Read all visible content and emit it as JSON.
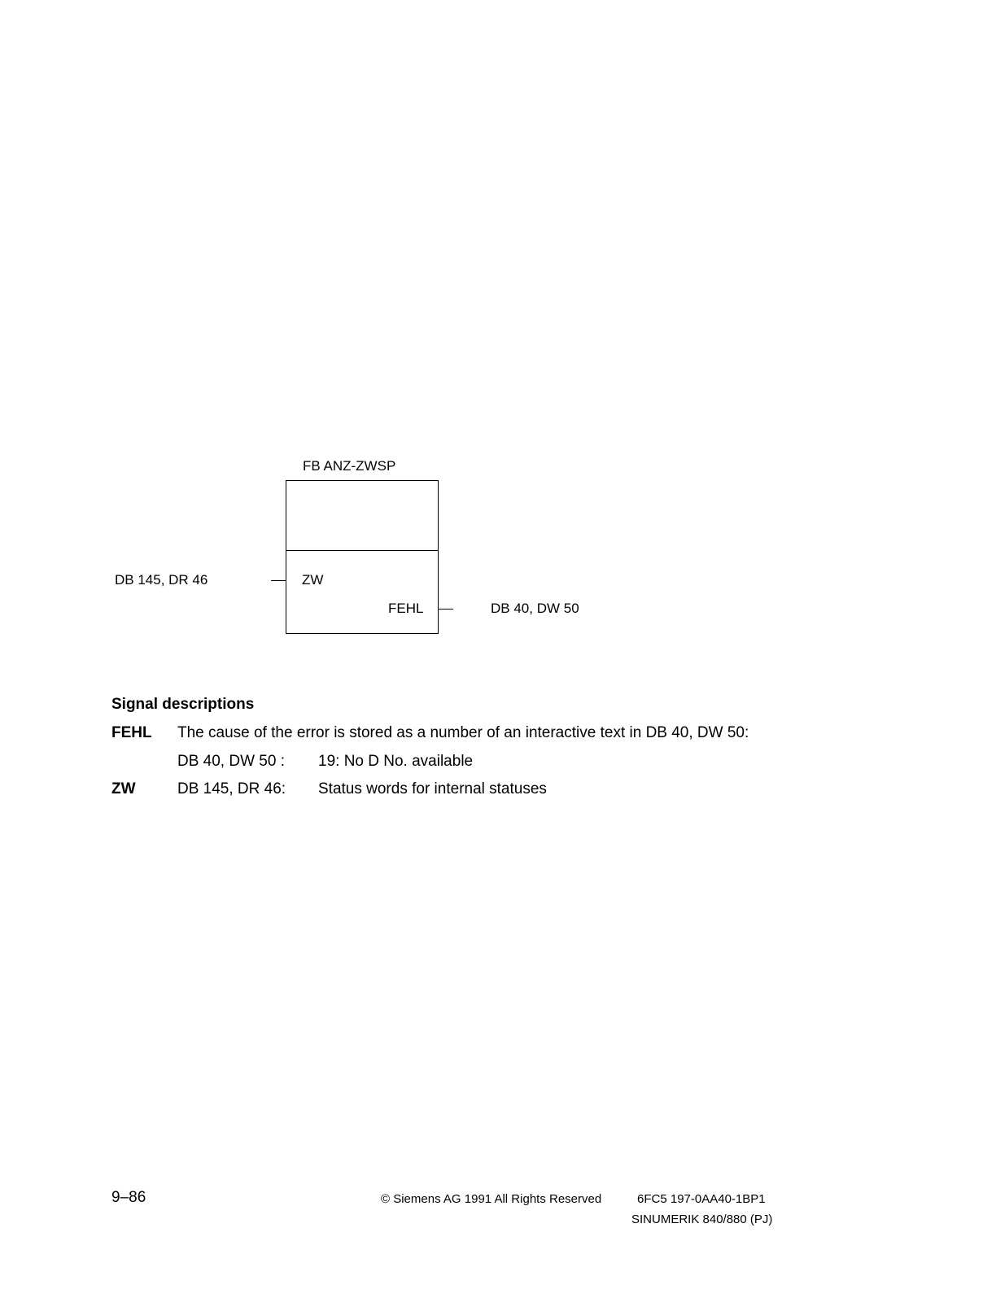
{
  "diagram": {
    "block_title": "FB ANZ-ZWSP",
    "input_pin": "ZW",
    "output_pin": "FEHL",
    "input_signal": "DB 145, DR 46",
    "output_signal": "DB 40, DW 50"
  },
  "signal_descriptions": {
    "heading": "Signal descriptions",
    "fehl": {
      "term": "FEHL",
      "description": "The cause of the error is stored as a number of an interactive text in DB 40, DW 50:",
      "address": "DB 40, DW 50 :",
      "value": "19: No D No. available"
    },
    "zw": {
      "term": "ZW",
      "address": "DB 145, DR 46:",
      "value": "Status words for internal statuses"
    }
  },
  "footer": {
    "page_number": "9–86",
    "copyright": "© Siemens AG  1991  All Rights Reserved",
    "order_number": "6FC5 197-0AA40-1BP1",
    "product": "SINUMERIK 840/880 (PJ)"
  }
}
